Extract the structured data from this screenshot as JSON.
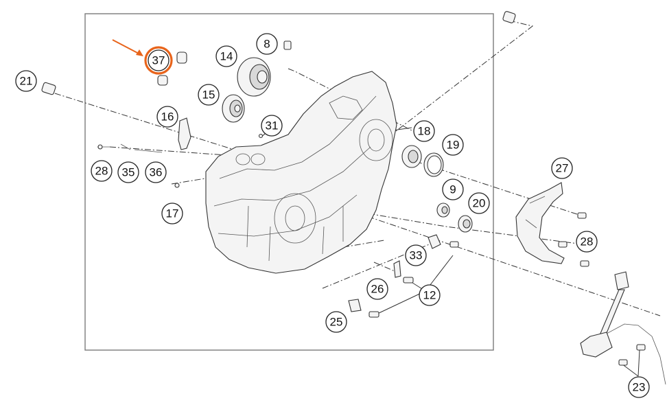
{
  "callouts": [
    "37",
    "14",
    "8",
    "21",
    "15",
    "16",
    "31",
    "18",
    "19",
    "28",
    "35",
    "36",
    "17",
    "9",
    "20",
    "27",
    "28",
    "33",
    "26",
    "12",
    "25",
    "23"
  ],
  "highlight": {
    "color": "#e8641b",
    "callout": "37"
  }
}
